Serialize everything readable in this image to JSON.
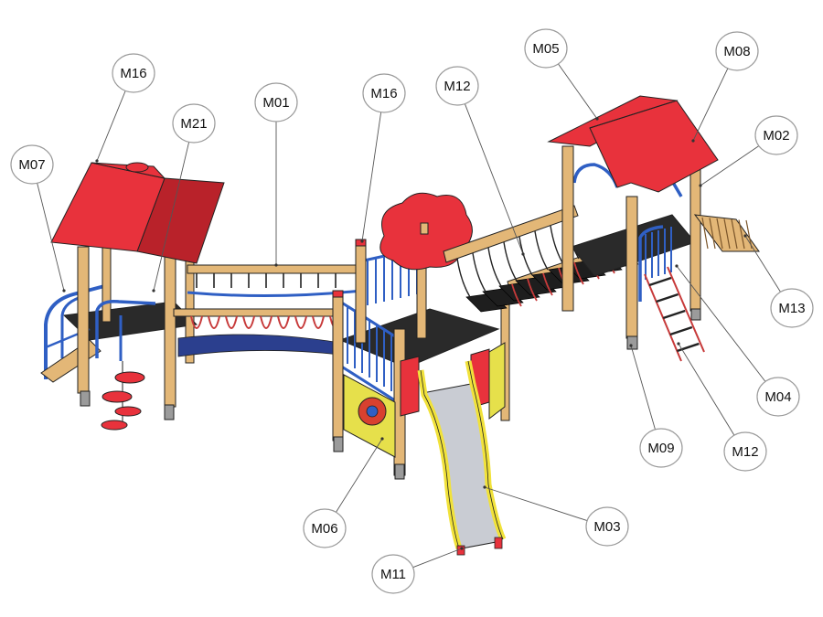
{
  "colors": {
    "roof": "#e8323c",
    "roof_dark": "#b9222a",
    "post": "#e3b777",
    "post_dark": "#b9874c",
    "deck": "#2a2a2a",
    "rail": "#2f5fc4",
    "slide": "#f1e23a",
    "slide_bed": "#c9ccd3",
    "panel": "#e6e04b",
    "foot": "#9b9b9b"
  },
  "labels": [
    {
      "id": "m16a",
      "text": "M16"
    },
    {
      "id": "m21",
      "text": "M21"
    },
    {
      "id": "m07",
      "text": "M07"
    },
    {
      "id": "m01",
      "text": "M01"
    },
    {
      "id": "m16b",
      "text": "M16"
    },
    {
      "id": "m12a",
      "text": "M12"
    },
    {
      "id": "m05",
      "text": "M05"
    },
    {
      "id": "m08",
      "text": "M08"
    },
    {
      "id": "m02",
      "text": "M02"
    },
    {
      "id": "m13",
      "text": "M13"
    },
    {
      "id": "m04",
      "text": "M04"
    },
    {
      "id": "m09",
      "text": "M09"
    },
    {
      "id": "m12b",
      "text": "M12"
    },
    {
      "id": "m03",
      "text": "M03"
    },
    {
      "id": "m06",
      "text": "M06"
    },
    {
      "id": "m11",
      "text": "M11"
    }
  ]
}
